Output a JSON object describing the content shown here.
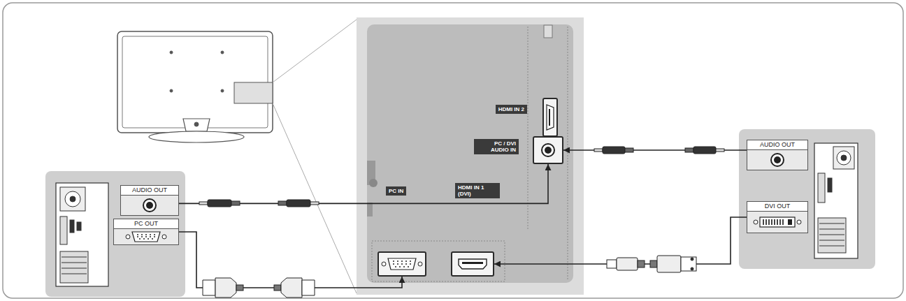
{
  "diagram": {
    "nodes": [
      {
        "text": [
          "AUDIO OUT"
        ]
      },
      {
        "text": [
          "PC OUT"
        ]
      },
      {
        "text": [
          "HDMI IN 2"
        ]
      },
      {
        "text": [
          "PC / DVI AUDIO IN"
        ]
      },
      {
        "text": [
          "PC IN"
        ]
      },
      {
        "text": [
          "HDMI IN 1 (DVI)"
        ]
      },
      {
        "text": [
          "AUDIO OUT"
        ]
      },
      {
        "text": [
          "DVI OUT"
        ]
      }
    ],
    "edges": [
      {
        "from": 0,
        "to": 3,
        "arrow": "to"
      },
      {
        "from": 1,
        "to": 4,
        "arrow": "to"
      },
      {
        "from": 6,
        "to": 3,
        "arrow": "to"
      },
      {
        "from": 7,
        "to": 5,
        "arrow": "to"
      }
    ]
  }
}
